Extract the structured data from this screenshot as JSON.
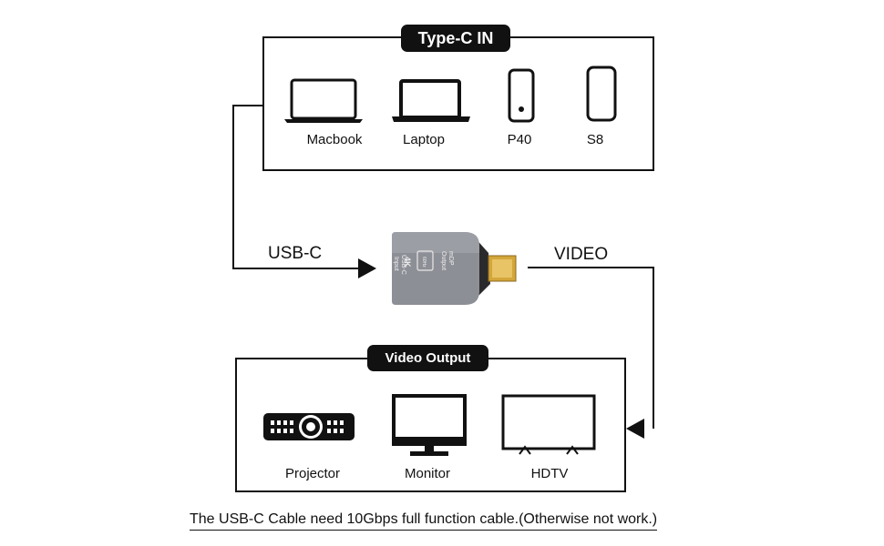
{
  "input_panel": {
    "title": "Type-C IN",
    "devices": [
      {
        "label": "Macbook",
        "icon": "macbook-icon"
      },
      {
        "label": "Laptop",
        "icon": "laptop-icon"
      },
      {
        "label": "P40",
        "icon": "phone-p40-icon"
      },
      {
        "label": "S8",
        "icon": "phone-s8-icon"
      }
    ]
  },
  "adapter": {
    "icon": "usb-c-adapter-icon",
    "badge": "4K",
    "badge_sub": "60Hz",
    "side_top": "mDP",
    "side_top2": "Output",
    "side_bottom": "USB-C",
    "side_bottom2": "Input"
  },
  "connections": {
    "input_label": "USB-C",
    "output_label": "VIDEO"
  },
  "output_panel": {
    "title": "Video Output",
    "devices": [
      {
        "label": "Projector",
        "icon": "projector-icon"
      },
      {
        "label": "Monitor",
        "icon": "monitor-icon"
      },
      {
        "label": "HDTV",
        "icon": "hdtv-icon"
      }
    ]
  },
  "footer_note": "The USB-C Cable need 10Gbps full function cable.(Otherwise not work.)",
  "colors": {
    "line": "#111111",
    "adapter_body": "#8d8f96",
    "connector": "#d4a63a"
  }
}
